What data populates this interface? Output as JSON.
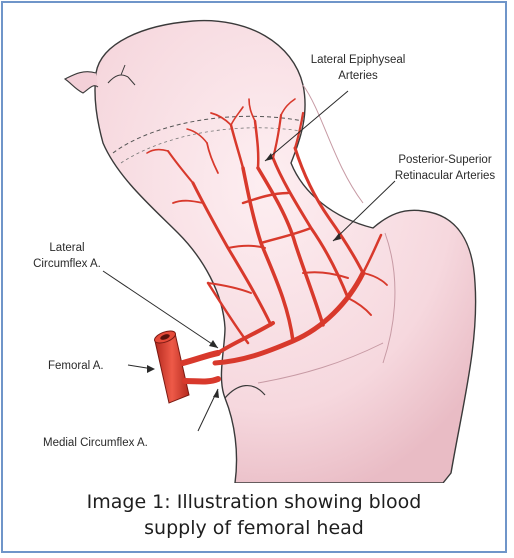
{
  "labels": {
    "lateral_epiphyseal_line1": "Lateral Epiphyseal",
    "lateral_epiphyseal_line2": "Arteries",
    "posterior_superior_line1": "Posterior-Superior",
    "posterior_superior_line2": "Retinacular Arteries",
    "lateral_circumflex_line1": "Lateral",
    "lateral_circumflex_line2": "Circumflex A.",
    "femoral": "Femoral A.",
    "medial_circumflex": "Medial Circumflex A."
  },
  "caption": {
    "line1": "Image 1: Illustration showing blood",
    "line2": "supply of femoral head"
  },
  "colors": {
    "frame_border": "#6f95c9",
    "bone_fill": "#f8dde3",
    "bone_outline": "#3a3a3a",
    "artery": "#d8392c",
    "artery_dark": "#a5231b"
  }
}
